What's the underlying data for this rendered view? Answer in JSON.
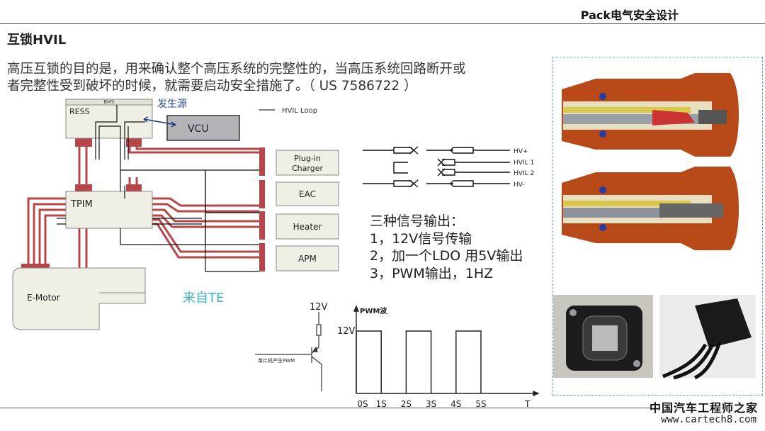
{
  "header": {
    "section_title": "Pack电气安全设计"
  },
  "slide": {
    "title": "互锁HVIL",
    "paragraph_lines": [
      "高压互锁的目的是，用来确认整个高压系统的完整性的，当高压系统回路断开或",
      "者完整性受到破坏的时候，就需要启动安全措施了。（ US 7586722 ）"
    ]
  },
  "system_diagram": {
    "bms": "BMS",
    "ress": "RESS",
    "source_label": "发生源",
    "vcu": "VCU",
    "legend": "HVIL Loop",
    "tpim": "TPIM",
    "motor": "E-Motor",
    "loads": [
      "Plug-in",
      "Charger",
      "EAC",
      "Heater",
      "APM"
    ],
    "credit": "来自TE",
    "credit_color": "#3bb0c8",
    "wire_color": "#b5474a"
  },
  "connector_diagram": {
    "lines": [
      "HV+",
      "HVIL 1",
      "HVIL 2",
      "HV-"
    ]
  },
  "signal_outputs": {
    "heading": "三种信号输出：",
    "items": [
      "1，12V信号传输",
      "2，加一个LDO 用5V输出",
      "3，PWM输出，1HZ"
    ]
  },
  "circuit": {
    "supply": "12V",
    "input_label": "单片机产生PWM"
  },
  "pwm": {
    "title": "PWM波",
    "level_label": "12V",
    "x_ticks": [
      "0S",
      "1S",
      "2S",
      "3S",
      "4S",
      "5S"
    ],
    "x_axis_label": "T",
    "high_intervals": [
      [
        0,
        1
      ],
      [
        2,
        3
      ],
      [
        4,
        5
      ]
    ]
  },
  "watermark": {
    "name": "中国汽车工程师之家",
    "url": "www.cartech8.com"
  }
}
